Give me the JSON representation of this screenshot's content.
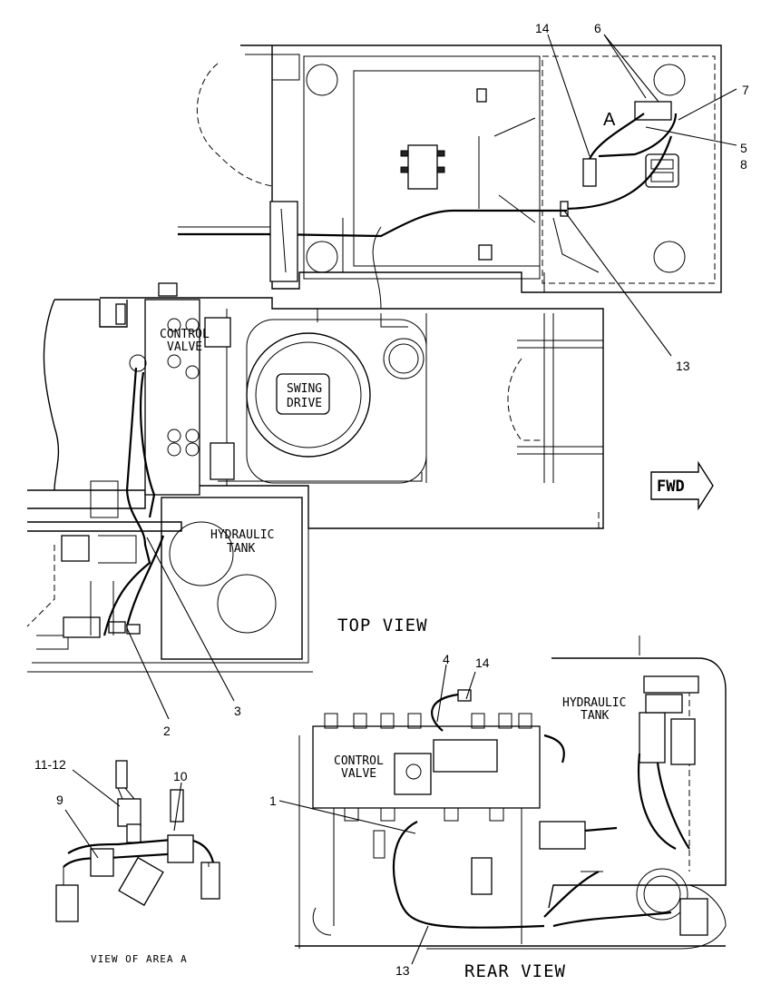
{
  "diagram": {
    "labels": {
      "control_valve_top": [
        "CONTROL",
        "VALVE"
      ],
      "swing_drive": [
        "SWING",
        "DRIVE"
      ],
      "hydraulic_tank_top": [
        "HYDRAULIC",
        "TANK"
      ],
      "hydraulic_tank_rear": [
        "HYDRAULIC",
        "TANK"
      ],
      "control_valve_rear": [
        "CONTROL",
        "VALVE"
      ],
      "fwd": "FWD",
      "area_a": "A"
    },
    "view_titles": {
      "top_view": "TOP VIEW",
      "rear_view": "REAR VIEW",
      "view_of_area_a": "VIEW OF AREA A"
    },
    "callouts": {
      "c14_top": "14",
      "c6": "6",
      "c7": "7",
      "c5": "5",
      "c8": "8",
      "c13_top": "13",
      "c3": "3",
      "c2": "2",
      "c4": "4",
      "c14_rear": "14",
      "c1": "1",
      "c13_rear": "13",
      "c11_12": "11-12",
      "c10": "10",
      "c9": "9"
    }
  }
}
